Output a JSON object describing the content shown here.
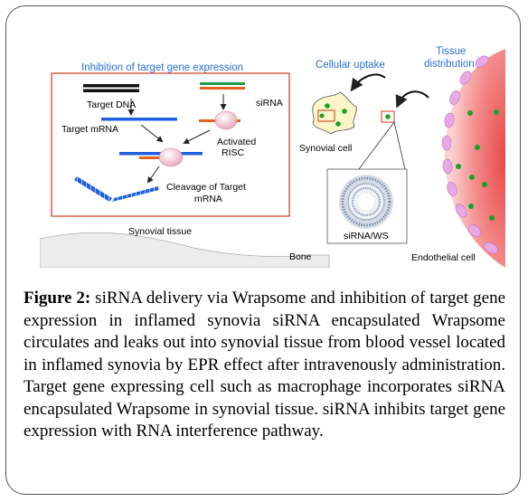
{
  "diagram": {
    "inset_title": "Inhibition of target gene expression",
    "target_dna": "Target DNA",
    "target_mrna": "Target mRNA",
    "sirna": "siRNA",
    "activated_risc_line1": "Activated",
    "activated_risc_line2": "RISC",
    "cleavage_line1": "Cleavage of Target",
    "cleavage_line2": "mRNA",
    "synovial_tissue": "Synovial tissue",
    "bone": "Bone",
    "cellular_uptake": "Cellular uptake",
    "tissue_distribution_line1": "Tissue",
    "tissue_distribution_line2": "distribution",
    "synovial_cell": "Synovial cell",
    "sirna_ws": "siRNA/WS",
    "endothelial_cell": "Endothelial cell"
  },
  "caption": {
    "label": "Figure 2:",
    "text": " siRNA delivery via Wrapsome and inhibition of target gene expression in inflamed synovia siRNA encapsulated Wrapsome circulates and leaks out into synovial tissue from blood vessel located in inflamed synovia by EPR effect after intravenously administration. Target gene expressing cell such as macrophage incorporates siRNA encapsulated Wrapsome in synovial tissue. siRNA inhibits target gene expression with RNA interference pathway."
  },
  "colors": {
    "inset_border": "#d23a1e",
    "title_blue": "#2a6fd6",
    "mrna_blue": "#1f5fe0",
    "sirna_green": "#1aa04a",
    "sirna_orange": "#e0641e",
    "risc_pink": "#f2b8c8",
    "vessel_red": "#f06a6a",
    "dot_green": "#18a02a"
  },
  "icons": [
    "arrow-down-icon",
    "curved-arrow-icon",
    "wrapsome-particle-icon",
    "synovial-cell-icon",
    "endothelial-cell-icon"
  ]
}
